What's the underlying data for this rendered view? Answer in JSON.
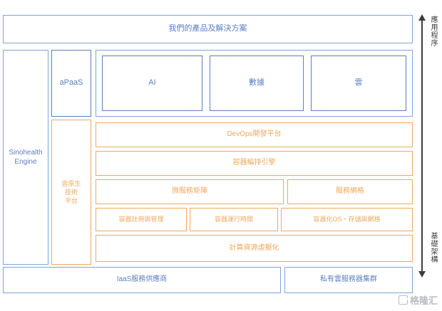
{
  "diagram": {
    "title_band": {
      "label": "我們的產品及解決方案"
    },
    "engine": {
      "label": "Sinohealth\nEngine",
      "line1": "Sinohealth",
      "line2": "Engine"
    },
    "apaas": {
      "label": "aPaaS"
    },
    "cloud_native_platform": {
      "line1": "雲原生",
      "line2": "技術",
      "line3": "平台"
    },
    "application_row": {
      "items": [
        {
          "label": "AI"
        },
        {
          "label": "數據"
        },
        {
          "label": "雲"
        }
      ]
    },
    "platform_rows": [
      {
        "label": "DevOps開發平台"
      },
      {
        "label": "容器編排引擎"
      }
    ],
    "service_row": [
      {
        "label": "微服務矩陣"
      },
      {
        "label": "服務網格"
      }
    ],
    "container_row": [
      {
        "label": "容器註冊與管理"
      },
      {
        "label": "容器運行時間"
      },
      {
        "label": "容器化OS・存儲與網格"
      }
    ],
    "virtualization_row": {
      "label": "計算資源虛擬化"
    },
    "infrastructure_row": [
      {
        "label": "IaaS服務供應商"
      },
      {
        "label": "私有雲服務器集群"
      }
    ],
    "axis": {
      "top_label": "應用程序",
      "bottom_label": "基礎架構"
    },
    "watermark": {
      "label": "格隆汇"
    },
    "colors": {
      "blue": "#5b7fbe",
      "blue_light": "#7fa4d8",
      "orange": "#f0a860",
      "axis": "#3c3c3c",
      "watermark": "#b9bcc2",
      "background": "#ffffff"
    }
  }
}
